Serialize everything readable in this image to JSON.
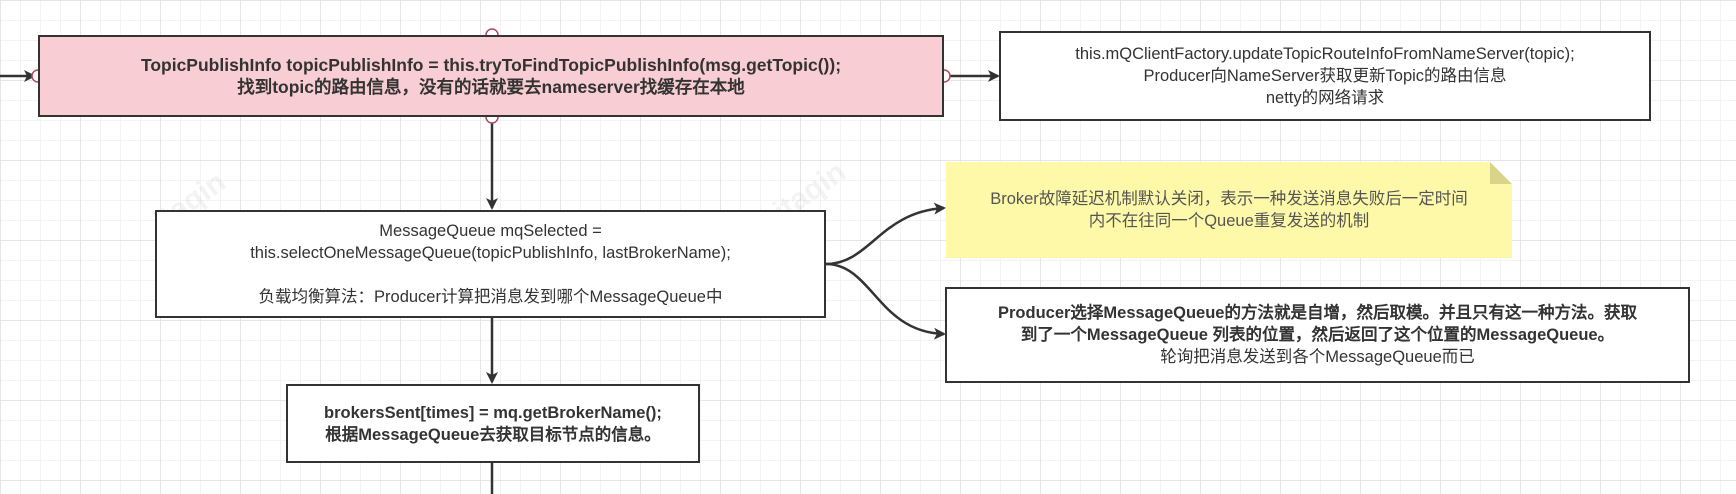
{
  "watermark": "itaqin",
  "colors": {
    "line": "#333333",
    "node_pink": "#f8cdd3",
    "note_yellow": "#fdf9a8"
  },
  "nodes": {
    "topic_info": {
      "line1": "TopicPublishInfo topicPublishInfo = this.tryToFindTopicPublishInfo(msg.getTopic());",
      "line2": "找到topic的路由信息，没有的话就要去nameserver找缓存在本地"
    },
    "update_route": {
      "line1": "this.mQClientFactory.updateTopicRouteInfoFromNameServer(topic);",
      "line2": "Producer向NameServer获取更新Topic的路由信息",
      "line3": "netty的网络请求"
    },
    "select_queue": {
      "line1": "MessageQueue mqSelected =",
      "line2": "this.selectOneMessageQueue(topicPublishInfo, lastBrokerName);",
      "line3": "负载均衡算法：Producer计算把消息发到哪个MessageQueue中"
    },
    "broker_note": {
      "line1": "Broker故障延迟机制默认关闭，表示一种发送消息失败后一定时间",
      "line2": "内不在往同一个Queue重复发送的机制"
    },
    "select_method": {
      "line1": "Producer选择MessageQueue的方法就是自增，然后取模。并且只有这一种方法。获取",
      "line2": "到了一个MessageQueue 列表的位置，然后返回了这个位置的MessageQueue。",
      "line3": "轮询把消息发送到各个MessageQueue而已"
    },
    "brokers_sent": {
      "line1": "brokersSent[times] = mq.getBrokerName();",
      "line2": "根据MessageQueue去获取目标节点的信息。"
    }
  }
}
